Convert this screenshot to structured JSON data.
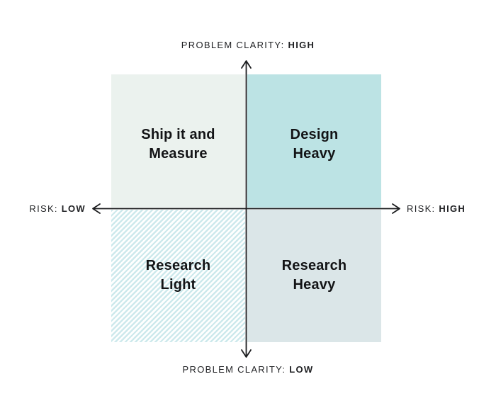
{
  "diagram": {
    "axis_labels": {
      "top": {
        "prefix": "PROBLEM CLARITY:",
        "value": "HIGH"
      },
      "bottom": {
        "prefix": "PROBLEM CLARITY:",
        "value": "LOW"
      },
      "left": {
        "prefix": "RISK:",
        "value": "LOW"
      },
      "right": {
        "prefix": "RISK:",
        "value": "HIGH"
      }
    },
    "quadrants": {
      "top_left": {
        "line1": "Ship it and",
        "line2": "Measure",
        "fill": "#ebf2ee",
        "pattern": "solid"
      },
      "top_right": {
        "line1": "Design",
        "line2": "Heavy",
        "fill": "#bce3e4",
        "pattern": "solid"
      },
      "bottom_left": {
        "line1": "Research",
        "line2": "Light",
        "fill": "#ffffff",
        "pattern": "diagonal-hatch",
        "hatch_color": "#cde9ec"
      },
      "bottom_right": {
        "line1": "Research",
        "line2": "Heavy",
        "fill": "#dbe6e8",
        "pattern": "solid"
      }
    },
    "colors": {
      "axis_line": "#1c1d1f",
      "axis_label_text": "#1f2023",
      "quadrant_text": "#131416"
    }
  }
}
